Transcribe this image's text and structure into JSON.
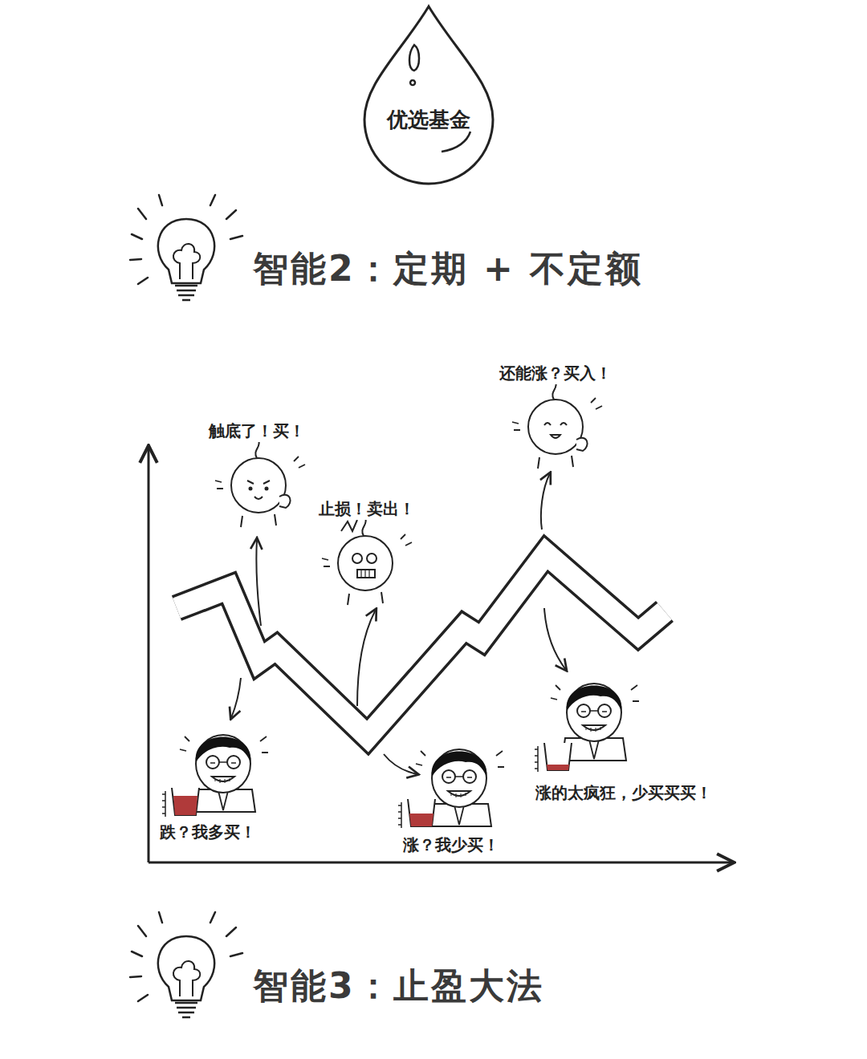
{
  "diagram": {
    "title": "智能2：定期 + 不定额",
    "nodes": [
      {
        "text": [
          "优选基金"
        ]
      }
    ],
    "labels": [
      "触底了！买！",
      "止损！卖出！",
      "还能涨？买入！",
      "跌？我多买！",
      "涨？我少买！",
      "涨的太疯狂，少买买买！",
      "智能3：止盈大法"
    ]
  }
}
